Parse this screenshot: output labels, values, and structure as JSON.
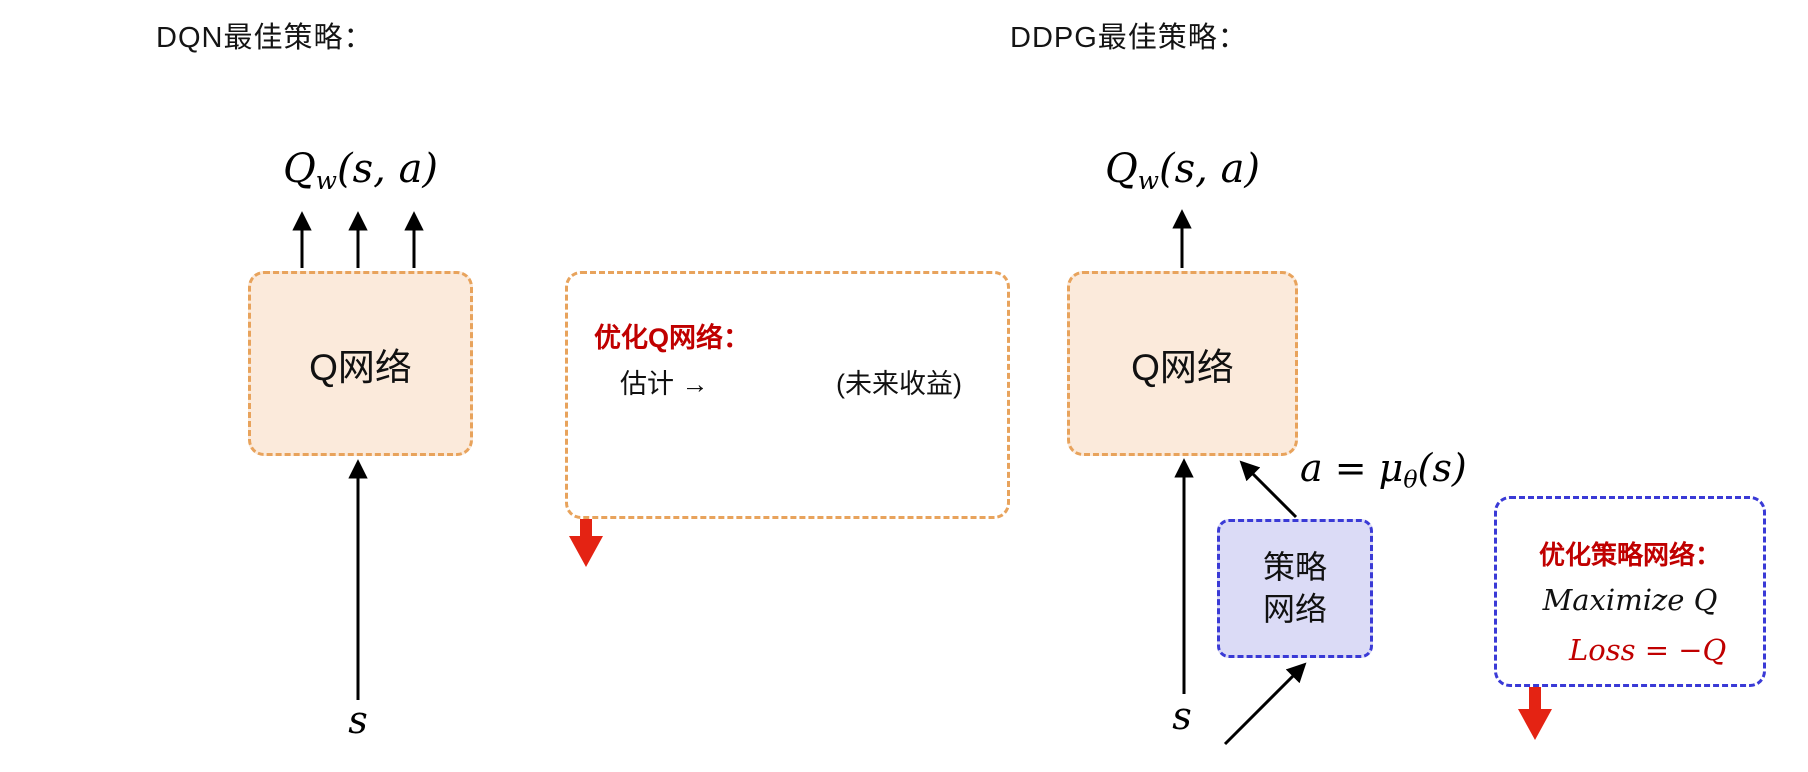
{
  "colors": {
    "box_orange_fill": "#FBEADB",
    "box_orange_border": "#E8A35C",
    "box_blue_fill": "#DBDBF6",
    "box_blue_border": "#3A3AD6",
    "red_text": "#C00000",
    "red_arrow": "#E42313",
    "black": "#000000"
  },
  "dqn": {
    "title": "DQN最佳策略：",
    "formula": {
      "base": "Q",
      "sub": "w",
      "rest": "(s, a)"
    },
    "q_network_label": "Q网络",
    "state_label": "s"
  },
  "q_note": {
    "title": "优化Q网络：",
    "estimate_label": "估计 →",
    "future_label": "(未来收益)"
  },
  "ddpg": {
    "title": "DDPG最佳策略：",
    "formula": {
      "base": "Q",
      "sub": "w",
      "rest": "(s, a)"
    },
    "q_network_label": "Q网络",
    "action_formula": {
      "lead": "a = μ",
      "sub": "θ",
      "rest": "(s)"
    },
    "policy_network_line1": "策略",
    "policy_network_line2": "网络",
    "state_label": "s"
  },
  "policy_note": {
    "title": "优化策略网络：",
    "maximize_label": "Maximize Q",
    "loss_label": "Loss = −Q"
  }
}
